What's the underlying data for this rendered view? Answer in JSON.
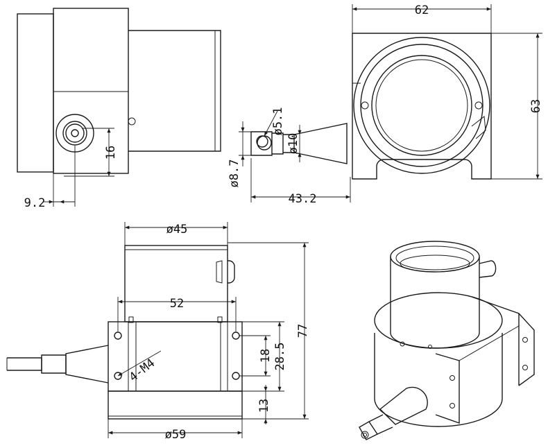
{
  "drawing": {
    "labels": {
      "d62": "62",
      "d63": "63",
      "d9_2": "9.2",
      "d16": "16",
      "d5_1": "ø5.1",
      "d8_7": "ø8.7",
      "d10": "ø10",
      "d43_2": "43.2",
      "d45": "ø45",
      "d52": "52",
      "d77": "77",
      "d18": "18",
      "d28_5": "28.5",
      "d13": "13",
      "d59": "ø59",
      "m4": "4-M4"
    }
  }
}
